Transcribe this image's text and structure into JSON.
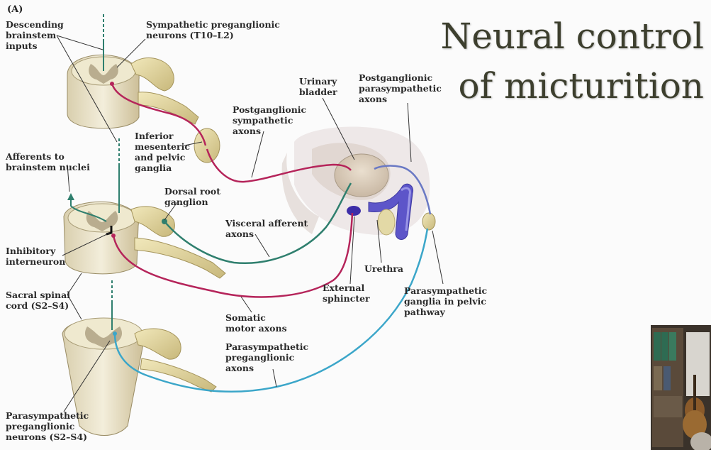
{
  "slide": {
    "title_line1": "Neural control",
    "title_line2": "of micturition",
    "panel_letter": "(A)"
  },
  "labels": {
    "descending": "Descending\nbrainstem\ninputs",
    "sympathetic_preganglionic": "Sympathetic preganglionic\nneurons (T10–L2)",
    "afferents_brainstem": "Afferents to\nbrainstem nuclei",
    "inferior_mesenteric": "Inferior\nmesenteric\nand pelvic\nganglia",
    "postganglionic_sympathetic": "Postganglionic\nsympathetic\naxons",
    "urinary_bladder": "Urinary\nbladder",
    "postganglionic_parasympathetic": "Postganglionic\nparasympathetic\naxons",
    "dorsal_root_ganglion": "Dorsal root\nganglion",
    "visceral_afferent": "Visceral afferent\naxons",
    "inhibitory_interneuron": "Inhibitory\ninterneuron",
    "urethra": "Urethra",
    "external_sphincter": "External\nsphincter",
    "parasympathetic_ganglia": "Parasympathetic\nganglia in pelvic\npathway",
    "sacral_spinal_cord": "Sacral spinal\ncord (S2–S4)",
    "somatic_motor": "Somatic\nmotor axons",
    "parasympathetic_preganglionic_axons": "Parasympathetic\npreganglionic\naxons",
    "parasympathetic_preganglionic_neurons": "Parasympathetic\npreganglionic\nneurons (S2–S4)"
  },
  "colors": {
    "sympathetic": "#b5245a",
    "afferent": "#2f7f6e",
    "parasympathetic": "#3ba6c9",
    "somatic": "#b5245a",
    "ganglion": "#e3d9a6",
    "cord_white": "#efe9cf",
    "cord_gray": "#b9ad8f",
    "title": "#3d3f2e"
  }
}
